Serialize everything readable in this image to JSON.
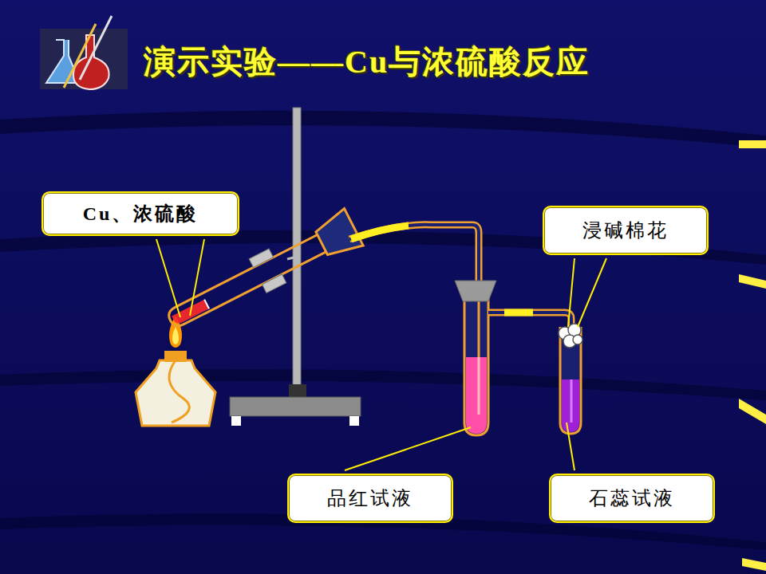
{
  "diagram": {
    "title": "演示实验——Cu与浓硫酸反应",
    "nodes": [
      {
        "text": [
          "Cu、浓硫酸"
        ]
      },
      {
        "text": [
          "浸碱棉花"
        ]
      },
      {
        "text": [
          "品红试液"
        ]
      },
      {
        "text": [
          "石蕊试液"
        ]
      }
    ]
  }
}
